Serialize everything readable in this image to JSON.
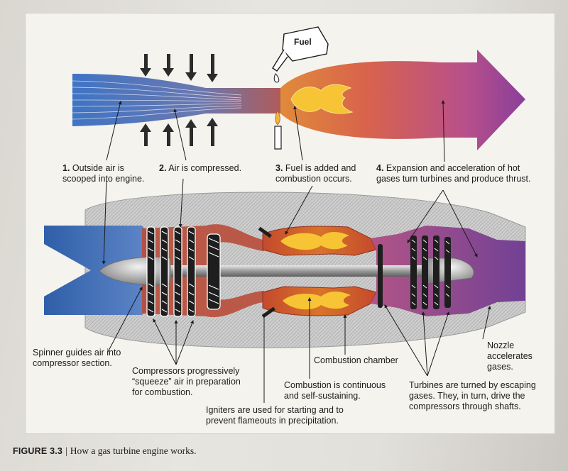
{
  "fuel_can_label": "Fuel",
  "steps": [
    {
      "num": "1.",
      "text": "Outside air is scooped into engine."
    },
    {
      "num": "2.",
      "text": "Air is compressed."
    },
    {
      "num": "3.",
      "text": "Fuel is added and combustion occurs."
    },
    {
      "num": "4.",
      "text": "Expansion and acceleration of hot gases turn turbines and produce thrust."
    }
  ],
  "engine_labels": {
    "spinner": "Spinner guides air into compressor section.",
    "compressors": "Compressors progressively “squeeze” air in preparation for combustion.",
    "igniters": "Igniters are used for starting and to prevent flameouts in precipitation.",
    "combustion_chamber": "Combustion chamber",
    "combustion": "Combustion is continuous and self-sustaining.",
    "turbines": "Turbines are turned by escaping gases. They, in turn, drive the compressors through shafts.",
    "nozzle": "Nozzle accelerates gases."
  },
  "caption": {
    "figure": "FIGURE 3.3",
    "text": "How a gas turbine engine works."
  },
  "colors": {
    "intake_blue": "#3d6fb8",
    "compressed_red": "#c2563f",
    "combustion_orange": "#d7762f",
    "exhaust_purple": "#7a3e8f",
    "flame_yellow": "#f6c434",
    "casing_gray": "#c9c9c9"
  }
}
